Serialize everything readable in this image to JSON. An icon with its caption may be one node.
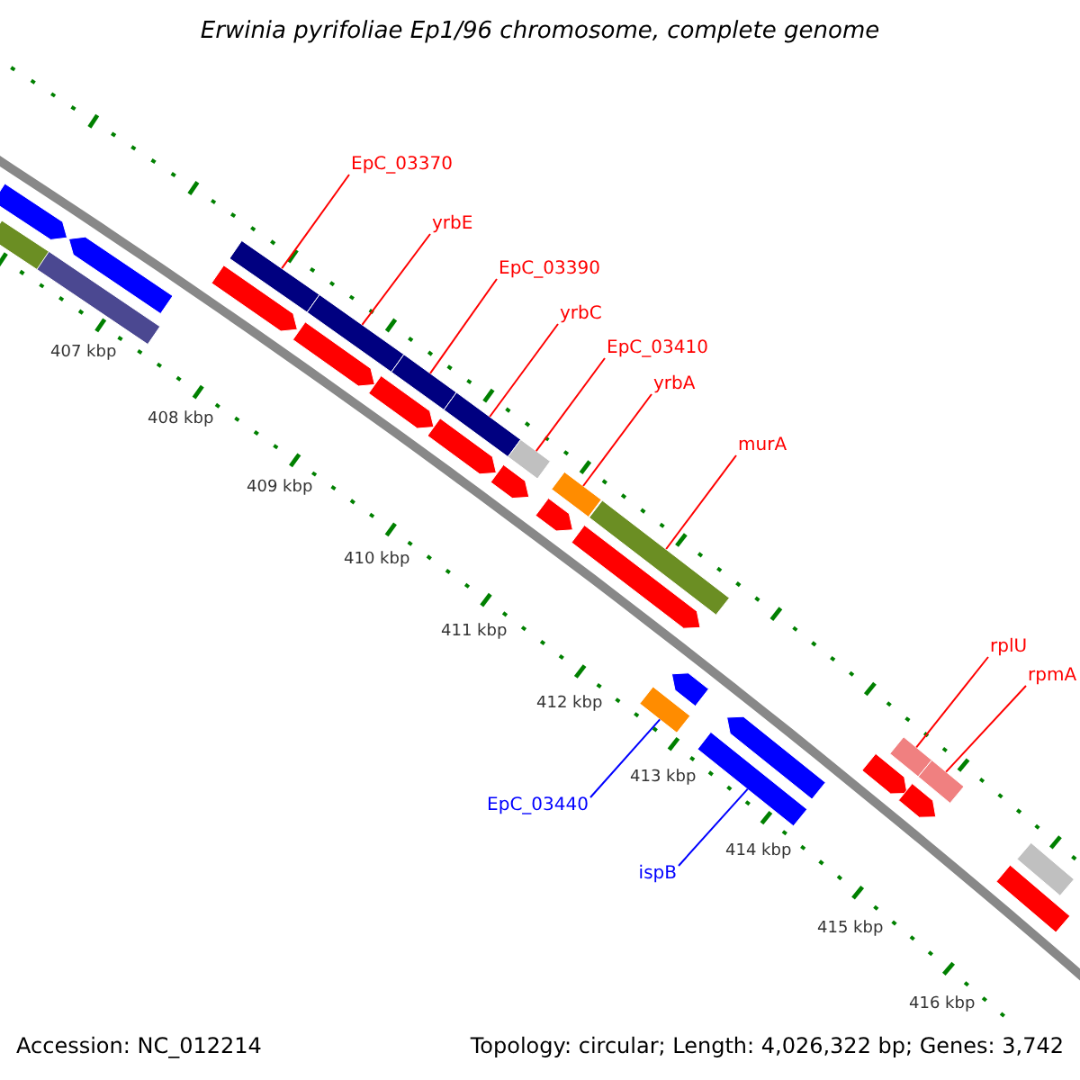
{
  "diagram": {
    "title": "Erwinia pyrifoliae Ep1/96 chromosome, complete genome",
    "nodes": [
      {
        "text": [
          "EpC_03370"
        ]
      },
      {
        "text": [
          "yrbE"
        ]
      },
      {
        "text": [
          "EpC_03390"
        ]
      },
      {
        "text": [
          "yrbC"
        ]
      },
      {
        "text": [
          "EpC_03410"
        ]
      },
      {
        "text": [
          "yrbA"
        ]
      },
      {
        "text": [
          "murA"
        ]
      },
      {
        "text": [
          "rplU"
        ]
      },
      {
        "text": [
          "rpmA"
        ]
      },
      {
        "text": [
          "EpC_03440"
        ]
      },
      {
        "text": [
          "ispB"
        ]
      },
      {
        "text": [],
        "shape": "bar"
      },
      {
        "text": [],
        "shape": "bar"
      },
      {
        "text": [],
        "shape": "bar"
      },
      {
        "text": [],
        "shape": "bar"
      },
      {
        "text": [],
        "shape": "bar"
      },
      {
        "text": [],
        "shape": "bar"
      },
      {
        "text": [],
        "shape": "bar"
      },
      {
        "text": [],
        "shape": "bar"
      },
      {
        "text": [],
        "shape": "bar"
      },
      {
        "text": [],
        "shape": "bar"
      },
      {
        "text": [],
        "shape": "bar"
      },
      {
        "text": [],
        "shape": "bar"
      },
      {
        "text": [],
        "shape": "bar"
      },
      {
        "text": [],
        "shape": "bar"
      },
      {
        "text": [],
        "shape": "bar"
      },
      {
        "text": [],
        "shape": "bar"
      },
      {
        "text": [],
        "shape": "bar"
      },
      {
        "text": [],
        "shape": "bar"
      },
      {
        "text": [],
        "shape": "bar"
      },
      {
        "text": [],
        "shape": "bar"
      },
      {
        "text": [],
        "shape": "bar"
      },
      {
        "text": [],
        "shape": "bar"
      },
      {
        "text": [],
        "shape": "bar"
      },
      {
        "text": [],
        "shape": "bar"
      },
      {
        "text": [],
        "shape": "bar"
      },
      {
        "text": [],
        "shape": "bar"
      },
      {
        "text": [],
        "shape": "bar"
      },
      {
        "text": [],
        "shape": "bar"
      }
    ],
    "edges": [
      {
        "from": 0,
        "to": 15,
        "arrow": "none"
      },
      {
        "from": 1,
        "to": 16,
        "arrow": "none"
      },
      {
        "from": 2,
        "to": 17,
        "arrow": "none"
      },
      {
        "from": 3,
        "to": 18,
        "arrow": "none"
      },
      {
        "from": 4,
        "to": 19,
        "arrow": "none"
      },
      {
        "from": 5,
        "to": 25,
        "arrow": "none"
      },
      {
        "from": 6,
        "to": 27,
        "arrow": "none"
      },
      {
        "from": 7,
        "to": 33,
        "arrow": "none"
      },
      {
        "from": 8,
        "to": 34,
        "arrow": "none"
      },
      {
        "from": 9,
        "to": 30,
        "arrow": "none",
        "color": "#0000ff"
      },
      {
        "from": 10,
        "to": 32,
        "arrow": "none",
        "color": "#0000ff"
      }
    ],
    "labels": [
      "407 kbp",
      "408 kbp",
      "409 kbp",
      "410 kbp",
      "411 kbp",
      "412 kbp",
      "413 kbp",
      "414 kbp",
      "415 kbp",
      "416 kbp",
      "Accession: NC_012214",
      "Topology: circular; Length: 4,026,322 bp; Genes: 3,742"
    ]
  }
}
